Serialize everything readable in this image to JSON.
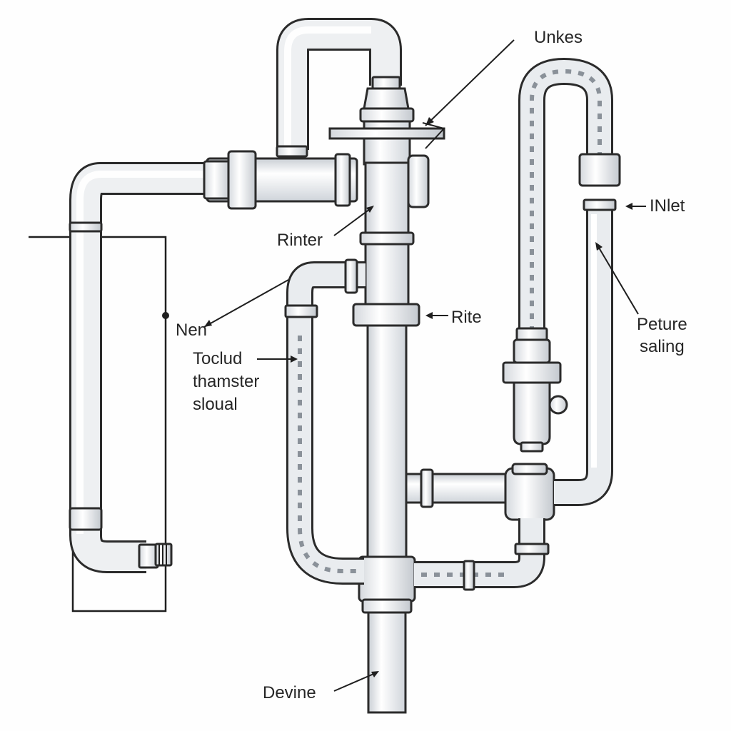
{
  "labels": {
    "unkes": "Unkes",
    "inlet": "INlet",
    "rinter": "Rinter",
    "rite": "Rite",
    "nen": "Nen",
    "peture_line1": "Peture",
    "peture_line2": "saling",
    "toclud_line1": "Toclud",
    "toclud_line2": "thamster",
    "toclud_line3": "sloual",
    "devine": "Devine"
  },
  "colors": {
    "pipe_body": "#e6e9ec",
    "outline": "#2b2b2b",
    "flex_dash": "#8a9199",
    "background": "#fefefe"
  }
}
